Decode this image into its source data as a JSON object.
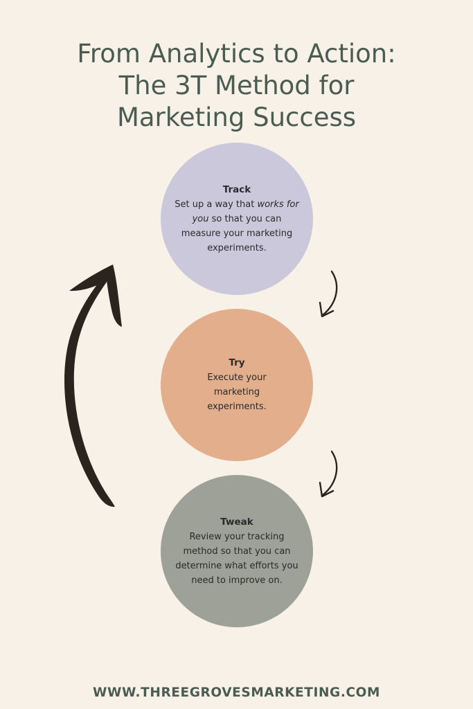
{
  "title": {
    "line1": "From Analytics to Action:",
    "line2": "The 3T Method for",
    "line3": "Marketing Success"
  },
  "steps": [
    {
      "heading": "Track",
      "text_before": "Set up a way that ",
      "text_emphasis": "works for you",
      "text_after": " so that you can measure your marketing experiments.",
      "color": "#cbc8dc"
    },
    {
      "heading": "Try",
      "text": "Execute your marketing experiments.",
      "color": "#e2ae8c"
    },
    {
      "heading": "Tweak",
      "text": "Review your tracking method so that you can determine what efforts you need to improve on.",
      "color": "#9da198"
    }
  ],
  "icons": {
    "small_arrows": "curved-arrow-down-icon",
    "loop_arrow": "curved-arrow-up-icon"
  },
  "footer": {
    "url": "WWW.THREEGROVESMARKETING.COM"
  },
  "colors": {
    "background": "#f8f1e8",
    "title": "#4a5c52",
    "arrow": "#2b241e"
  }
}
